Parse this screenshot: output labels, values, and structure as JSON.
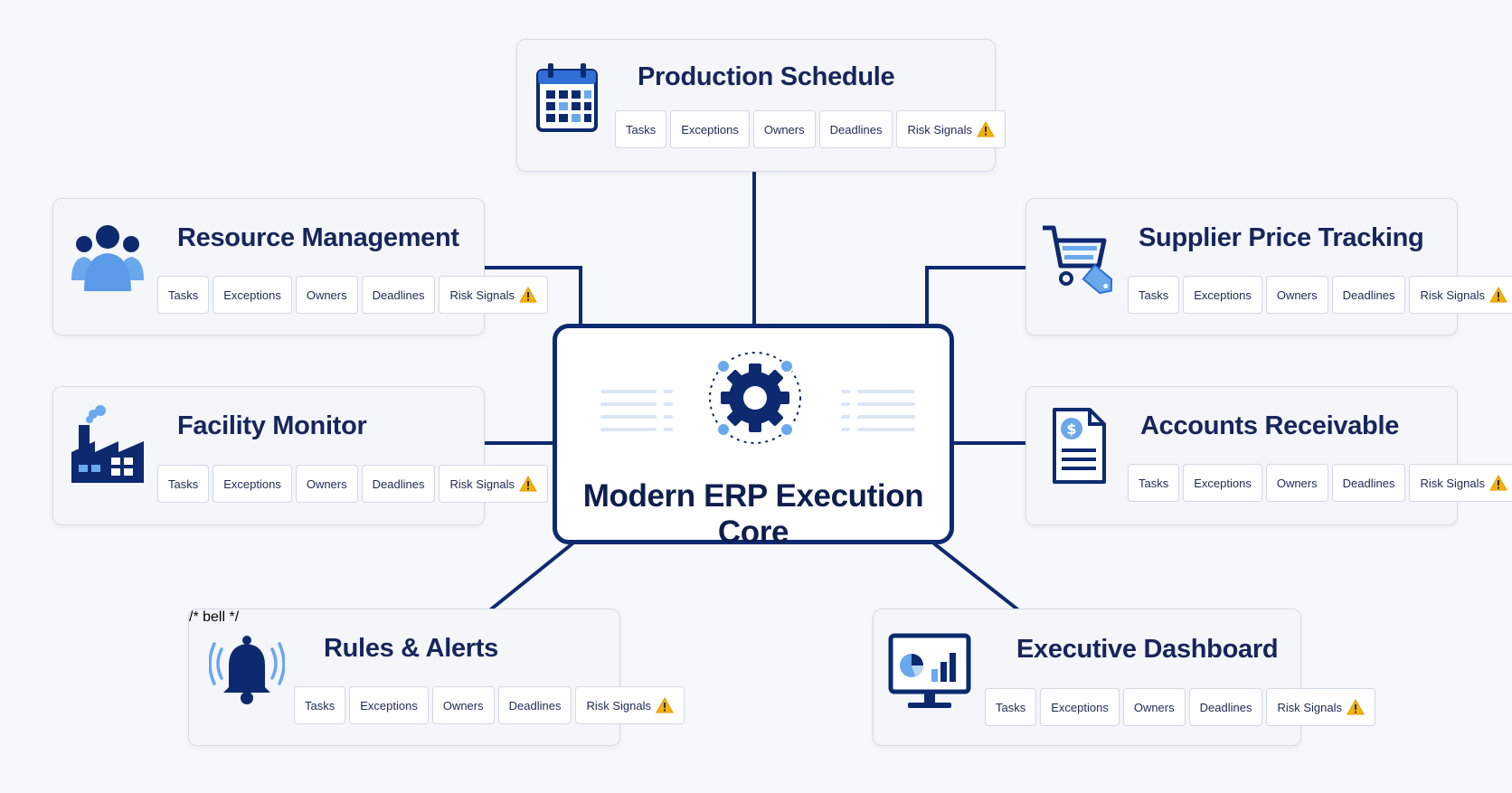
{
  "core": {
    "title": "Modern ERP Execution Core",
    "icon": "gear-icon"
  },
  "chip_labels": [
    "Tasks",
    "Exceptions",
    "Owners",
    "Deadlines",
    "Risk Signals"
  ],
  "modules": [
    {
      "id": "production-schedule",
      "title": "Production Schedule",
      "icon": "calendar-icon"
    },
    {
      "id": "resource-management",
      "title": "Resource Management",
      "icon": "people-icon"
    },
    {
      "id": "supplier-price-tracking",
      "title": "Supplier Price Tracking",
      "icon": "shopping-cart-tag-icon"
    },
    {
      "id": "facility-monitor",
      "title": "Facility Monitor",
      "icon": "factory-icon"
    },
    {
      "id": "accounts-receivable",
      "title": "Accounts Receivable",
      "icon": "invoice-document-icon"
    },
    {
      "id": "rules-alerts",
      "title": "Rules & Alerts",
      "icon": "bell-icon"
    },
    {
      "id": "executive-dashboard",
      "title": "Executive Dashboard",
      "icon": "monitor-chart-icon"
    }
  ],
  "colors": {
    "navy": "#0d2a70",
    "accent_blue": "#6aa8ec",
    "warning": "#f5b301"
  }
}
